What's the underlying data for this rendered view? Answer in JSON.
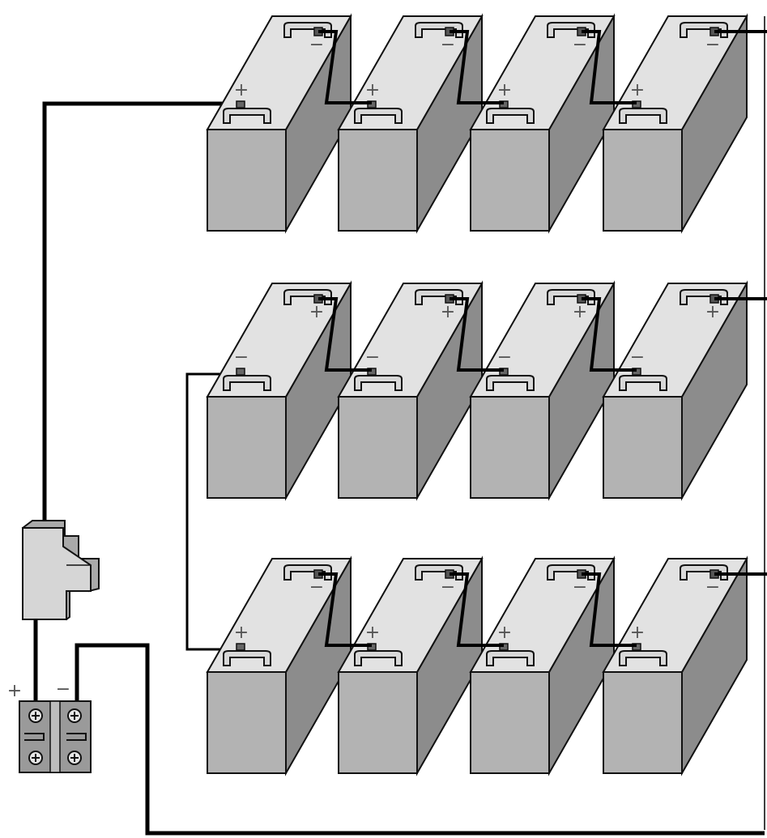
{
  "colors": {
    "background": "#ffffff",
    "outline": "#111111",
    "cable": "#000000",
    "battery_front": "#b3b3b3",
    "battery_side": "#8c8c8c",
    "battery_top": "#e2e2e2",
    "handle": "#d8d8d8",
    "terminal_block": "#9a9a9a",
    "breaker_face": "#d6d6d6",
    "breaker_side": "#a9a9a9",
    "sign_text": "#555555"
  },
  "icons": {
    "battery": "battery-icon",
    "breaker": "breaker-icon",
    "terminal_block": "terminal-block-icon",
    "screw": "screw-icon"
  },
  "battery_rows": [
    {
      "name": "row-1",
      "near_terminal_sign": "+",
      "far_terminal_sign": "−",
      "batteries": 4
    },
    {
      "name": "row-2",
      "near_terminal_sign": "−",
      "far_terminal_sign": "+",
      "batteries": 4
    },
    {
      "name": "row-3",
      "near_terminal_sign": "+",
      "far_terminal_sign": "−",
      "batteries": 4
    }
  ],
  "terminal_block": {
    "positive_label": "+",
    "negative_label": "−"
  }
}
